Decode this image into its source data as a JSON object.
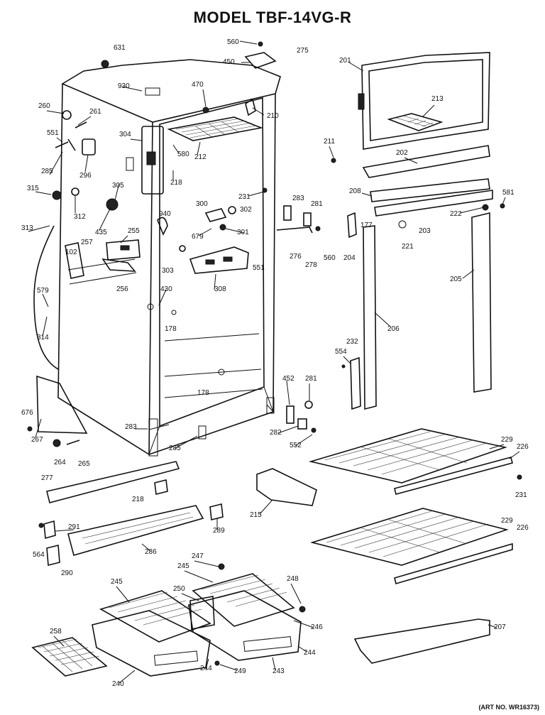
{
  "title": "MODEL TBF-14VG-R",
  "art_number": "(ART NO. WR16373)",
  "callouts": [
    "631",
    "560",
    "275",
    "450",
    "201",
    "213",
    "930",
    "470",
    "210",
    "260",
    "261",
    "551",
    "304",
    "580",
    "212",
    "211",
    "202",
    "285",
    "296",
    "218",
    "208",
    "581",
    "305",
    "231",
    "283",
    "281",
    "222",
    "315",
    "300",
    "302",
    "940",
    "203",
    "177",
    "312",
    "679",
    "301",
    "221",
    "313",
    "435",
    "255",
    "276",
    "278",
    "560",
    "204",
    "257",
    "102",
    "551",
    "303",
    "205",
    "256",
    "308",
    "579",
    "430",
    "178",
    "206",
    "314",
    "554",
    "232",
    "452",
    "281",
    "178",
    "676",
    "283",
    "282",
    "285",
    "552",
    "267",
    "229",
    "226",
    "264",
    "265",
    "277",
    "231",
    "218",
    "215",
    "564",
    "291",
    "289",
    "229",
    "226",
    "286",
    "290",
    "247",
    "245",
    "248",
    "245",
    "250",
    "246",
    "207",
    "258",
    "244",
    "240",
    "249",
    "243",
    "244"
  ]
}
